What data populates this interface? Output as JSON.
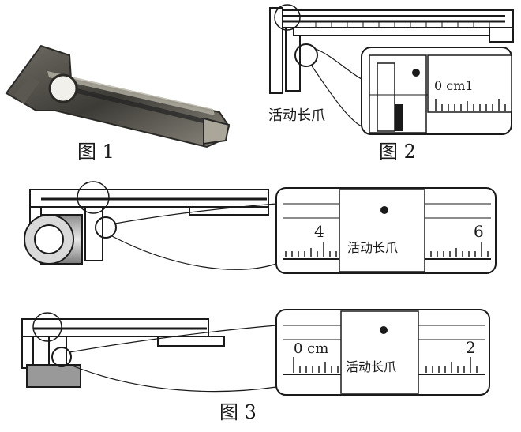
{
  "figures": [
    {
      "caption": "图 1"
    },
    {
      "caption": "图 2",
      "callout_label": "活动长爪",
      "scale_unit_label": "0 cm1"
    },
    {
      "caption": "",
      "scale_labels": [
        "4",
        "6"
      ],
      "jaw_label": "活动长爪"
    },
    {
      "caption": "图 3",
      "scale_labels": [
        "0 cm",
        "2"
      ],
      "jaw_label": "活动长爪"
    }
  ],
  "colors": {
    "ink": "#1a1a1a",
    "photo_dark": "#3d3b36",
    "photo_mid": "#8a877d",
    "paper": "#ffffff"
  }
}
